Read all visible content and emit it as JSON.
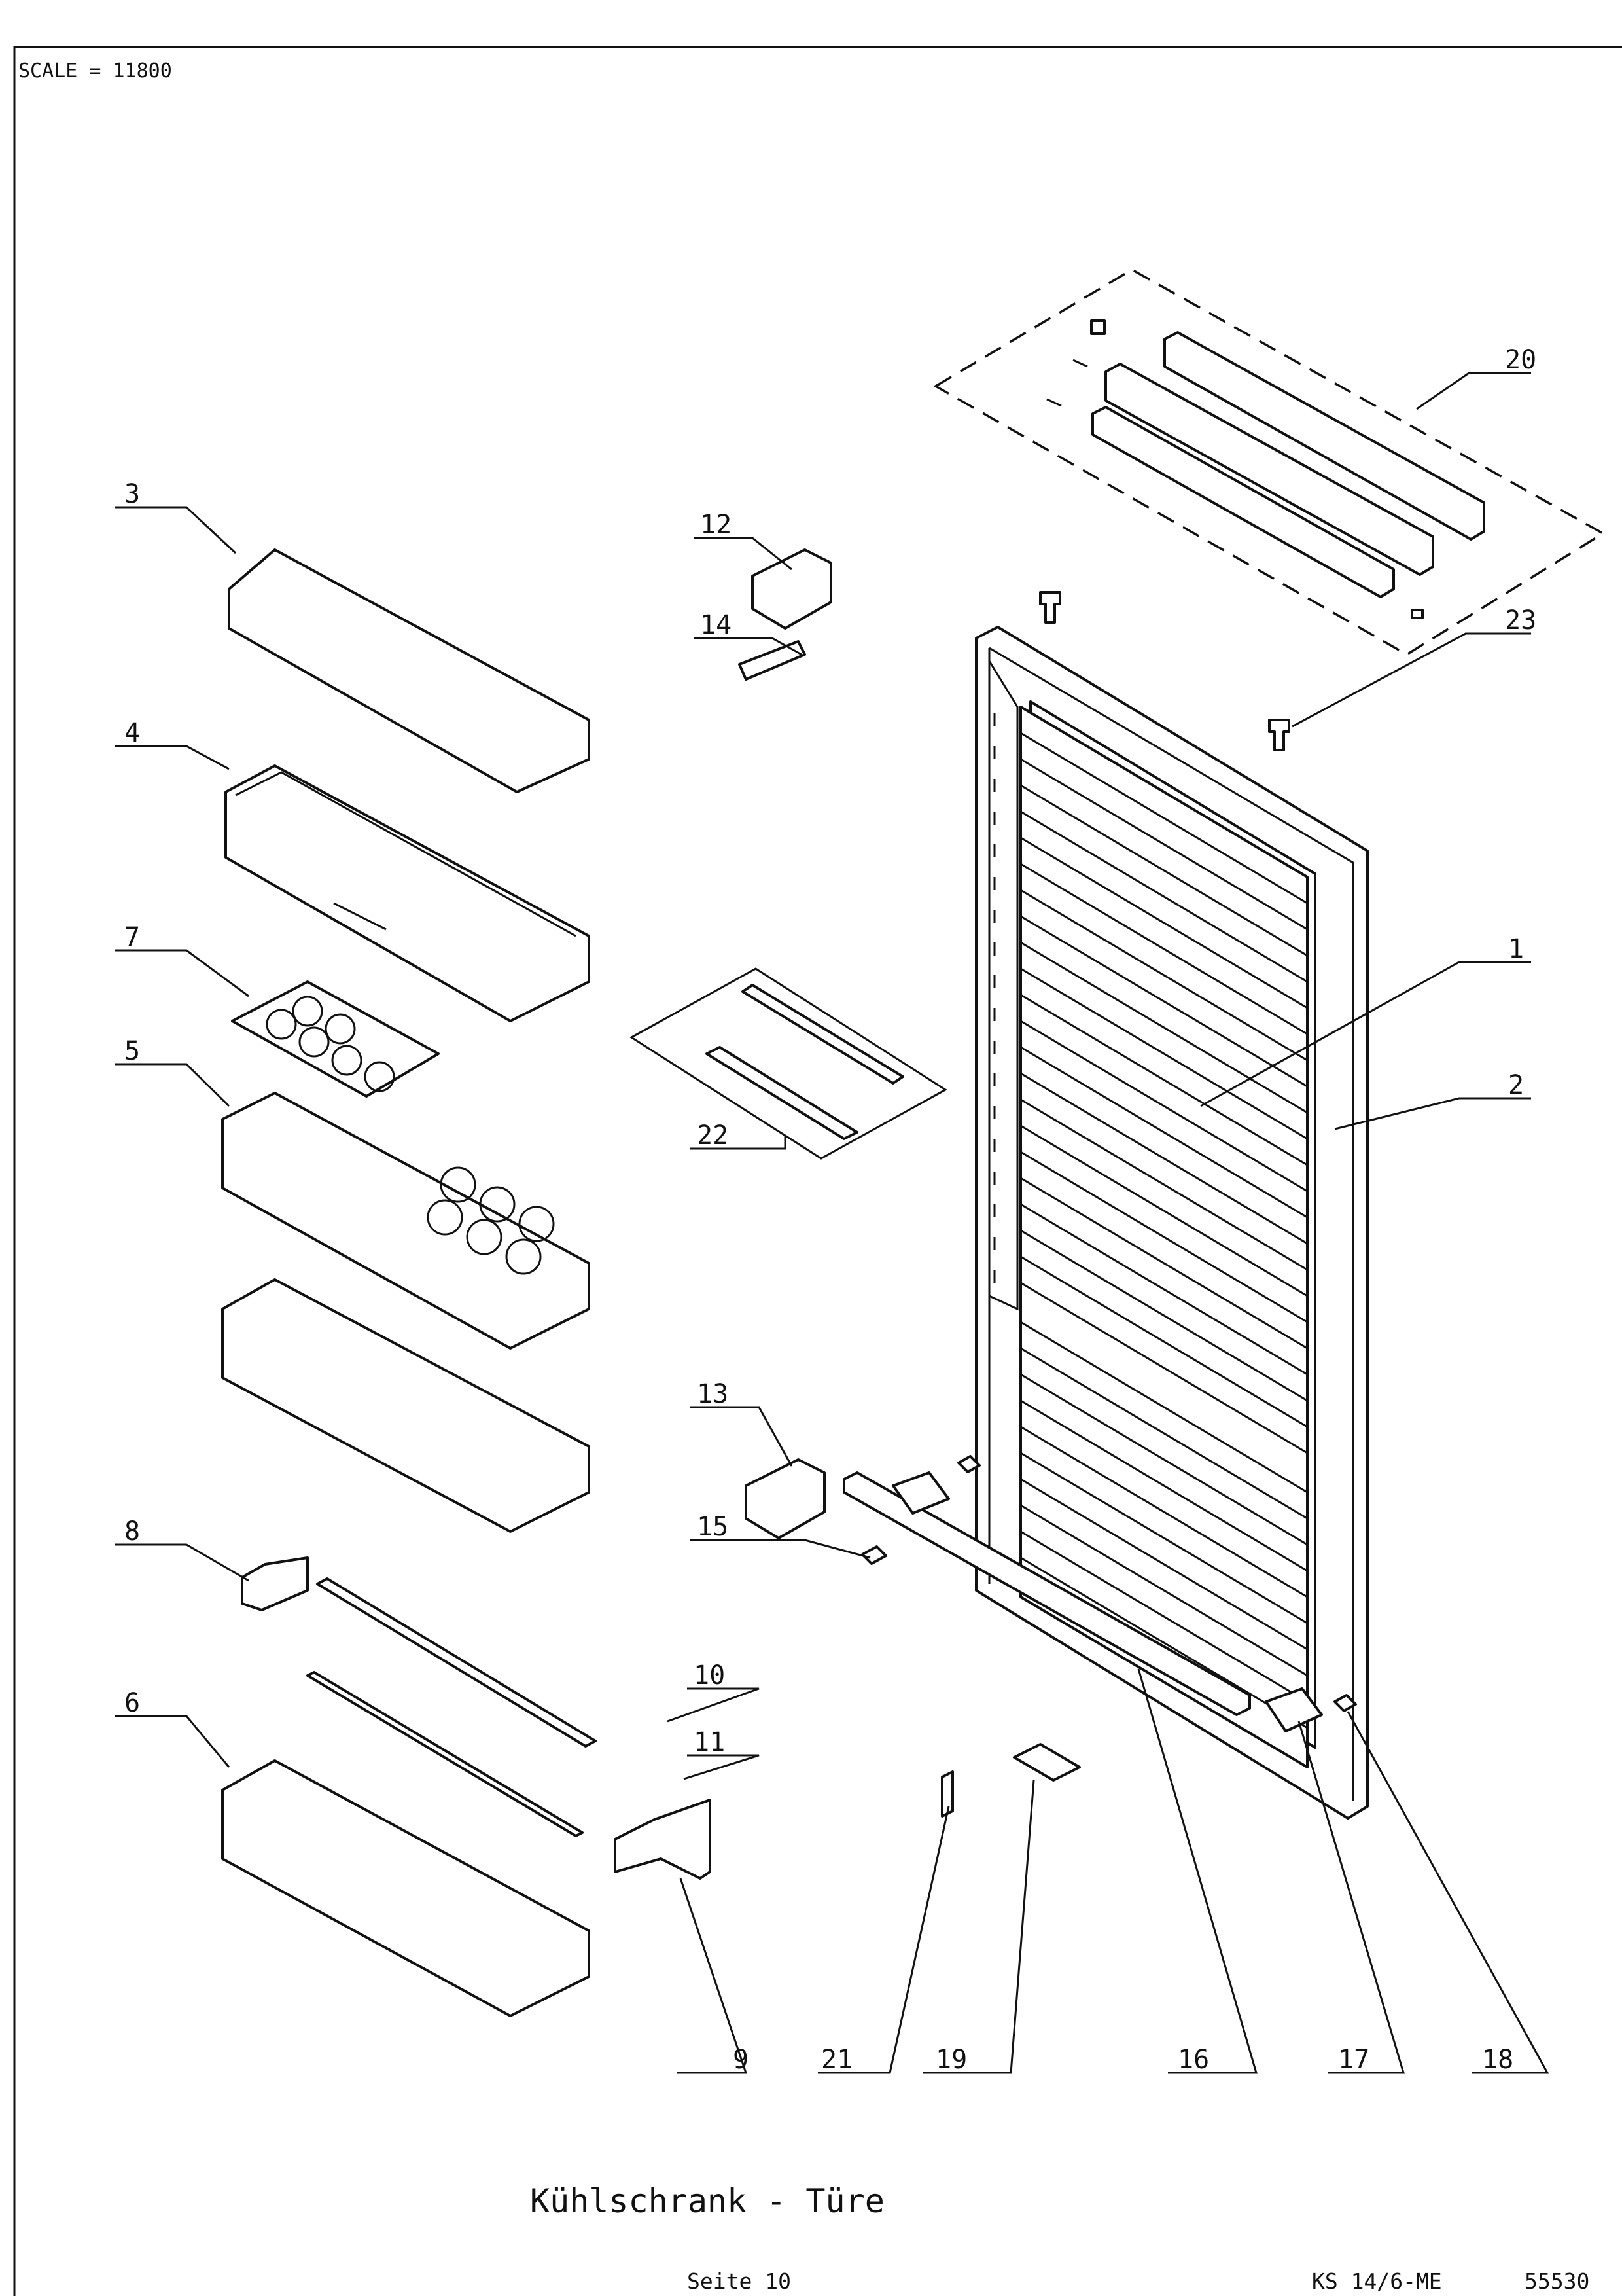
{
  "header": {
    "scale_text": "SCALE = 11800"
  },
  "labels": {
    "p1": "1",
    "p2": "2",
    "p3": "3",
    "p4": "4",
    "p5": "5",
    "p6": "6",
    "p7": "7",
    "p8": "8",
    "p9": "9",
    "p10": "10",
    "p11": "11",
    "p12": "12",
    "p13": "13",
    "p14": "14",
    "p15": "15",
    "p16": "16",
    "p17": "17",
    "p18": "18",
    "p19": "19",
    "p20": "20",
    "p21": "21",
    "p22": "22",
    "p23": "23"
  },
  "footer": {
    "title": "Kühlschrank - Türe",
    "page": "Seite 10",
    "model": "KS 14/6-ME",
    "number": "55530"
  }
}
